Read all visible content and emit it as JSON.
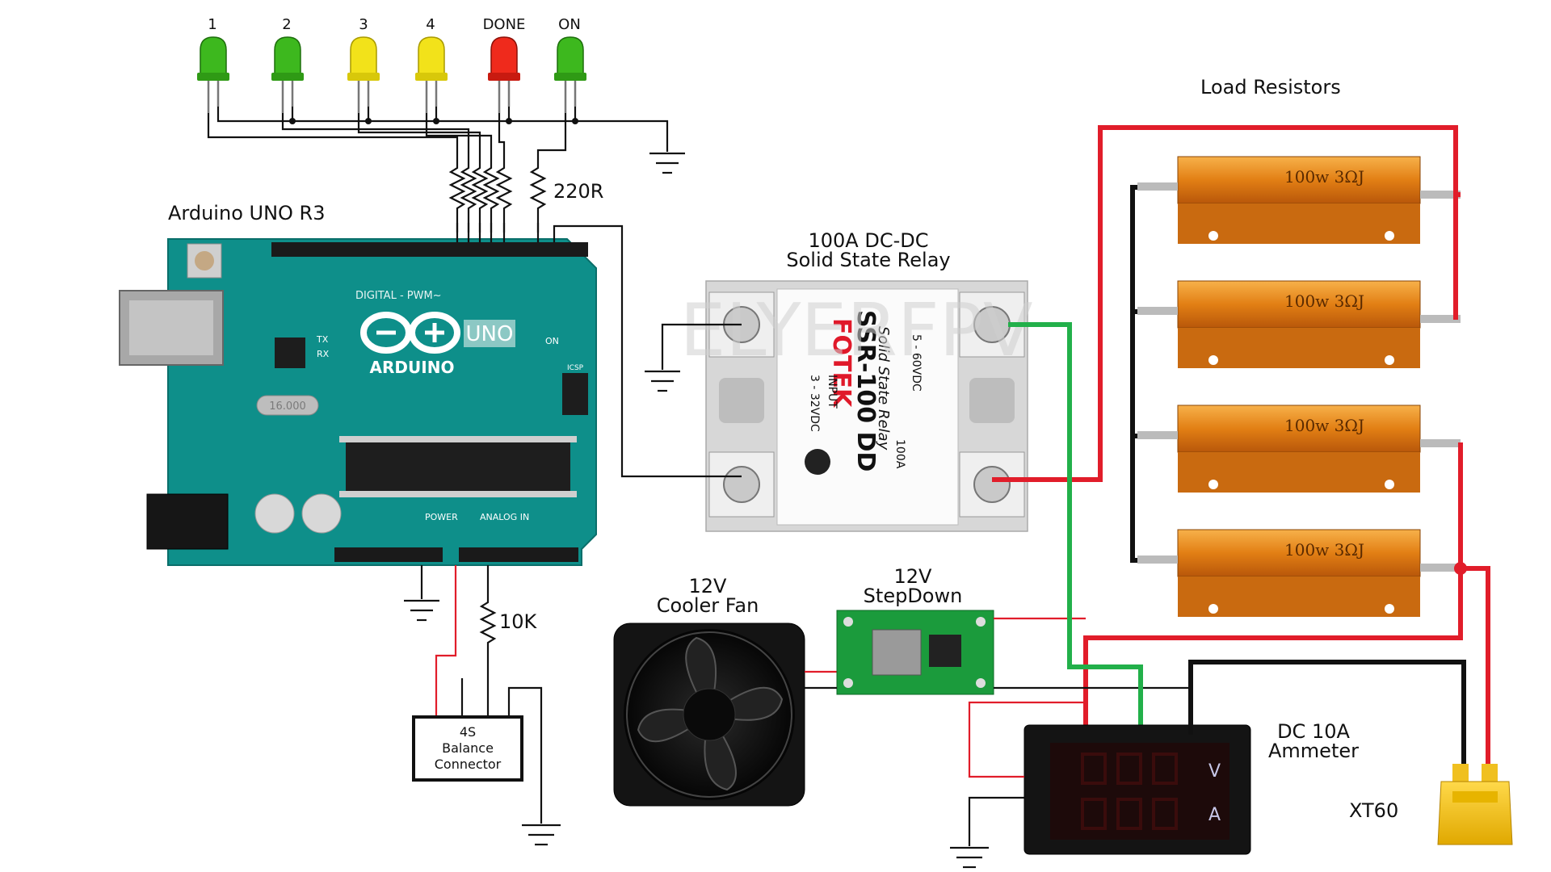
{
  "leds": [
    {
      "label": "1",
      "color": "#3db81e"
    },
    {
      "label": "2",
      "color": "#3db81e"
    },
    {
      "label": "3",
      "color": "#f2e21a"
    },
    {
      "label": "4",
      "color": "#f2e21a"
    },
    {
      "label": "DONE",
      "color": "#ef2a1c"
    },
    {
      "label": "ON",
      "color": "#3db81e"
    }
  ],
  "resistor_220": "220R",
  "resistor_10k": "10K",
  "arduino": {
    "title": "Arduino UNO R3",
    "brand": "ARDUINO",
    "model": "UNO",
    "digital_label": "DIGITAL - PWM~",
    "power_label": "POWER",
    "analog_label": "ANALOG IN",
    "on_label": "ON",
    "tx_label": "TX",
    "rx_label": "RX",
    "icsp_label": "ICSP",
    "crystal_label": "16.000"
  },
  "ssr": {
    "title_line1": "100A DC-DC",
    "title_line2": "Solid State Relay",
    "brand": "FOTEK",
    "model": "SSR-100 DD",
    "subtitle": "Solid State Relay",
    "rating": "100A",
    "input": "INPUT",
    "input_range": "3 - 32VDC",
    "output_range": "5 - 60VDC",
    "watermark": "ELYERFPV"
  },
  "resistors": {
    "title": "Load Resistors",
    "items": [
      "100w 3ΩJ",
      "100w 3ΩJ",
      "100w 3ΩJ",
      "100w 3ΩJ"
    ]
  },
  "fan": {
    "line1": "12V",
    "line2": "Cooler Fan"
  },
  "stepdown": {
    "line1": "12V",
    "line2": "StepDown"
  },
  "ammeter": {
    "line1": "DC 10A",
    "line2": "Ammeter",
    "volt_unit": "V",
    "amp_unit": "A"
  },
  "balance": {
    "line1": "4S",
    "line2": "Balance",
    "line3": "Connector"
  },
  "xt60": "XT60",
  "colors": {
    "wire_red": "#e11d2a",
    "wire_green": "#22b04a",
    "board": "#0e8f8a",
    "resistor": "#e98a1a"
  }
}
